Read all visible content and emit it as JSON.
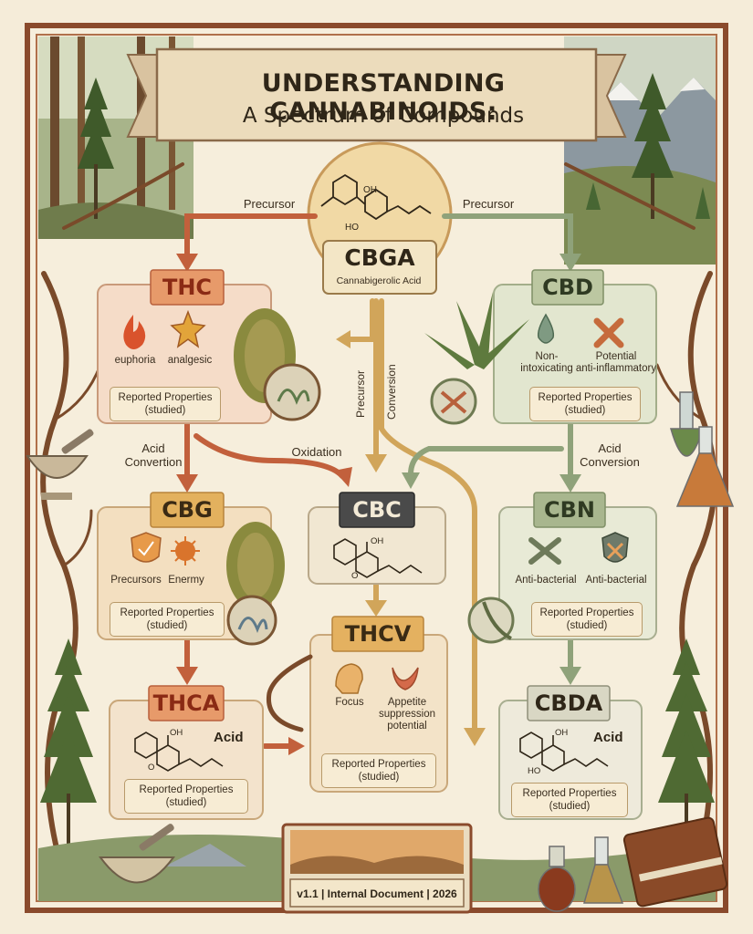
{
  "title": {
    "line1": "UNDERSTANDING CANNABINOIDS:",
    "line2": "A Spectrum of Compounds"
  },
  "center": {
    "name": "CBGA",
    "subtitle": "Cannabigerolic Acid",
    "molecule_labels": {
      "oh": "OH",
      "ho": "HO"
    }
  },
  "edge_labels": {
    "precursor_left": "Precursor",
    "precursor_right": "Precursor",
    "precursor_vertical": "Precursor",
    "conversion_vertical": "Conversion",
    "acid_conversion_left": "Acid\nConvertion",
    "oxidation": "Oxidation",
    "acid_conversion_right": "Acid\nConversion"
  },
  "nodes": {
    "thc": {
      "name": "THC",
      "props": [
        "euphoria",
        "analgesic"
      ],
      "reported": "Reported Properties\n(studied)"
    },
    "cbd": {
      "name": "CBD",
      "props": [
        "Non-\nintoxicating",
        "Potential\nanti-inflammatory"
      ],
      "reported": "Reported Properties\n(studied)"
    },
    "cbg": {
      "name": "CBG",
      "props": [
        "Precursors",
        "Enermy"
      ],
      "reported": "Reported Properties\n(studied)"
    },
    "cbc": {
      "name": "CBC",
      "oh": "OH",
      "o": "O"
    },
    "cbn": {
      "name": "CBN",
      "props": [
        "Anti-bacterial",
        "Anti-bacterial"
      ],
      "reported": "Reported Properties\n(studied)"
    },
    "thcv": {
      "name": "THCV",
      "props": [
        "Focus",
        "Appetite\nsuppression\npotential"
      ],
      "reported": "Reported Properties\n(studied)"
    },
    "thca": {
      "name": "THCA",
      "acid": "Acid",
      "oh": "OH",
      "o": "O",
      "reported": "Reported Properties\n(studied)"
    },
    "cbda": {
      "name": "CBDA",
      "acid": "Acid",
      "oh": "OH",
      "ho": "HO",
      "reported": "Reported Properties\n(studied)"
    }
  },
  "footer": "v1.1 | Internal Document | 2026",
  "colors": {
    "thc": "#e79a6a",
    "cbd": "#bcc7a1",
    "cbg": "#e3b15e",
    "cbc": "#4a4a4a",
    "cbn": "#a8b68e",
    "thcv": "#e4b160",
    "thca": "#e79a6a",
    "cbda": "#d9d7c4",
    "frame": "#8a4a2c"
  }
}
